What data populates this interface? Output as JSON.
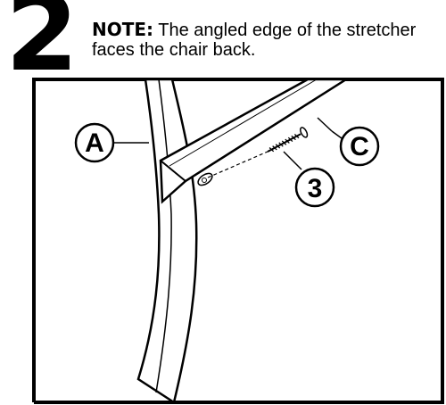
{
  "step": {
    "number": "2"
  },
  "note": {
    "label": "NOTE:",
    "text": " The angled edge of the stretcher faces the chair back."
  },
  "callouts": {
    "leg": "A",
    "stretcher": "C",
    "screw": "3"
  }
}
